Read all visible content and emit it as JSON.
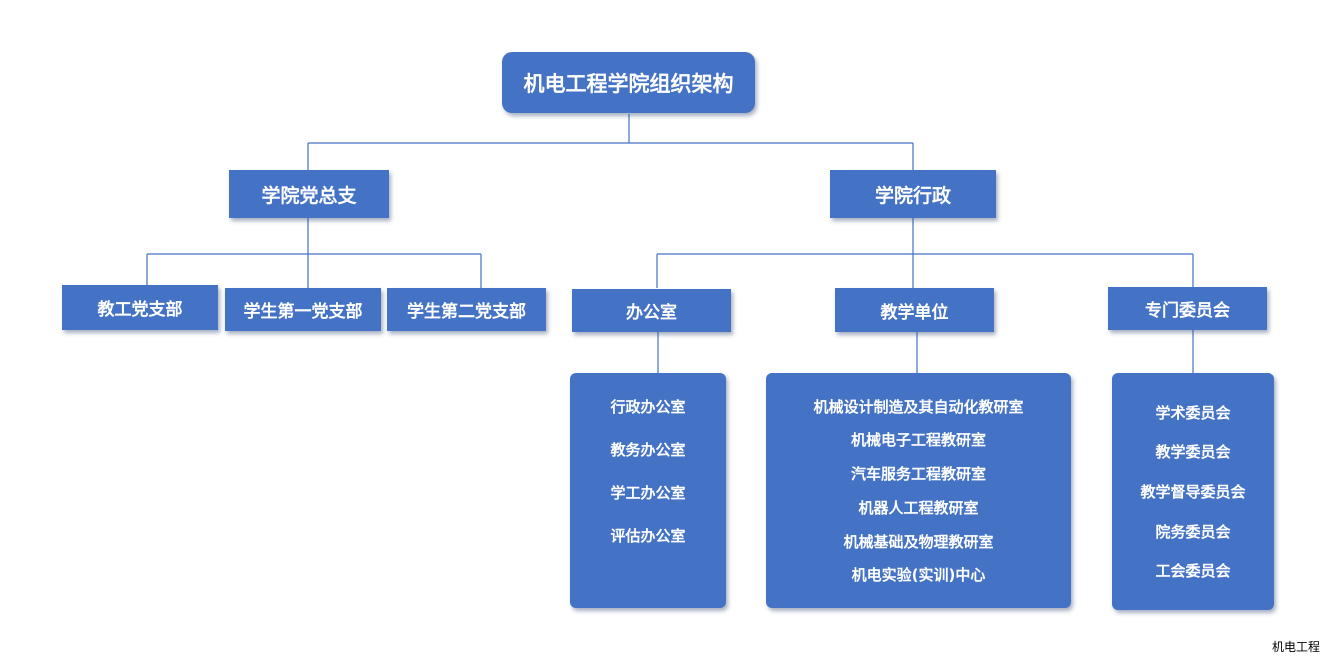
{
  "root": "机电工程学院组织架构",
  "party": {
    "title": "学院党总支",
    "branches": [
      "教工党支部",
      "学生第一党支部",
      "学生第二党支部"
    ]
  },
  "admin": {
    "title": "学院行政",
    "office": {
      "title": "办公室",
      "items": [
        "行政办公室",
        "教务办公室",
        "学工办公室",
        "评估办公室"
      ]
    },
    "teaching": {
      "title": "教学单位",
      "items": [
        "机械设计制造及其自动化教研室",
        "机械电子工程教研室",
        "汽车服务工程教研室",
        "机器人工程教研室",
        "机械基础及物理教研室",
        "机电实验(实训)中心"
      ]
    },
    "committee": {
      "title": "专门委员会",
      "items": [
        "学术委员会",
        "教学委员会",
        "教学督导委员会",
        "院务委员会",
        "工会委员会"
      ]
    }
  },
  "footer": "机电工程",
  "colors": {
    "box": "#4472c4",
    "line": "#4472c4",
    "text": "#ffffff"
  }
}
